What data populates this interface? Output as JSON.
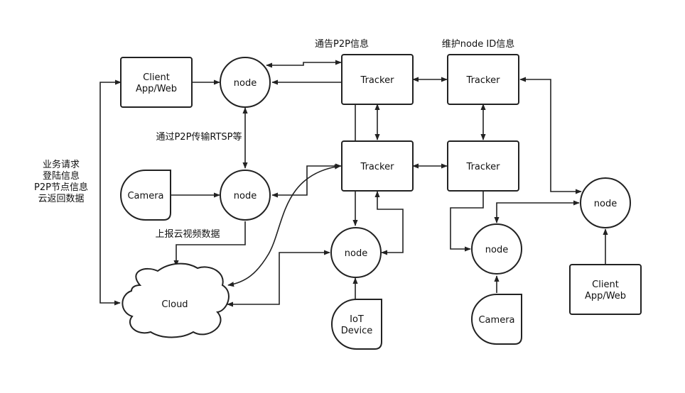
{
  "labels": {
    "client": [
      "Client",
      "App/Web"
    ],
    "node": "node",
    "tracker": "Tracker",
    "camera": "Camera",
    "cloud": "Cloud",
    "iot": [
      "IoT",
      "Device"
    ]
  },
  "annotations": {
    "p2p_notify": "通告P2P信息",
    "maintain_id": "维护node ID信息",
    "rtsp": "通过P2P传输RTSP等",
    "upload": "上报云视频数据",
    "business": [
      "业务请求",
      "登陆信息",
      "P2P节点信息",
      "云返回数据"
    ]
  }
}
